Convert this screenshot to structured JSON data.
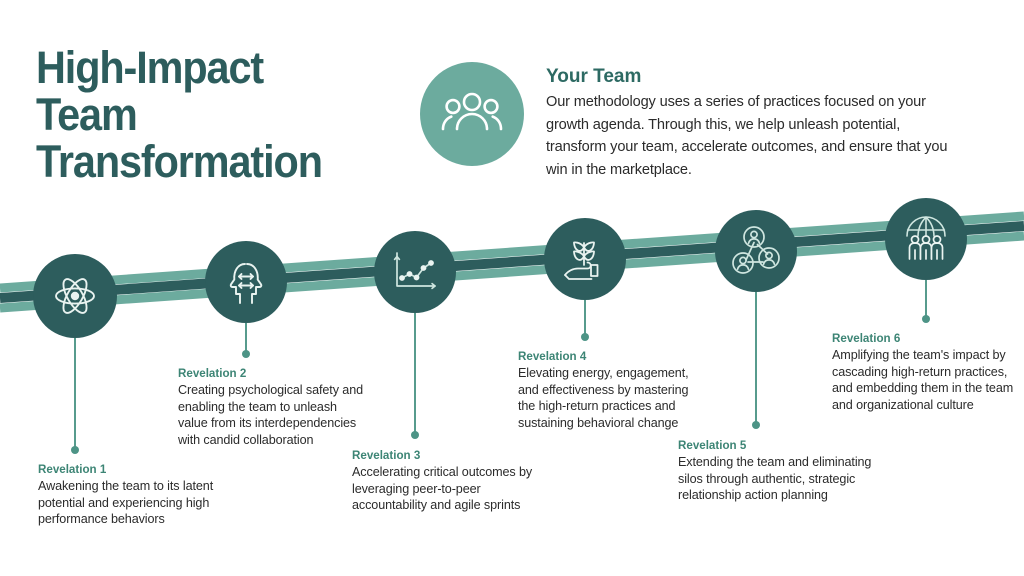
{
  "header": {
    "title_lines": [
      "High-Impact",
      "Team",
      "Transformation"
    ],
    "accent_color": "#2d5d5d"
  },
  "team_panel": {
    "icon": "people-group-icon",
    "heading": "Your Team",
    "body": "Our methodology uses a series of practices focused on your growth agenda. Through this, we help unleash potential, transform your team, accelerate outcomes, and ensure that you win in the marketplace.",
    "badge_color": "#6cab9e",
    "heading_color": "#2d6a63"
  },
  "timeline": {
    "ribbon": {
      "band_light_color": "#6cab9e",
      "band_dark_color": "#2d5d5d"
    },
    "node_color": "#2d5d5d",
    "connector_color": "#4d9486",
    "label_title_color": "#3d8575",
    "steps": [
      {
        "title": "Revelation 1",
        "body": "Awakening the team to its latent potential and experiencing high performance behaviors",
        "icon": "atom-icon"
      },
      {
        "title": "Revelation 2",
        "body": "Creating psychological safety and enabling the team to unleash value from its interdependencies with candid collaboration",
        "icon": "two-heads-exchange-icon"
      },
      {
        "title": "Revelation 3",
        "body": "Accelerating critical outcomes by leveraging peer-to-peer accountability and agile sprints",
        "icon": "line-chart-icon"
      },
      {
        "title": "Revelation 4",
        "body": "Elevating energy, engagement, and effectiveness by mastering the high-return practices and sustaining behavioral change",
        "icon": "plant-in-hand-icon"
      },
      {
        "title": "Revelation 5",
        "body": "Extending the team and eliminating silos through authentic, strategic relationship action planning",
        "icon": "people-network-icon"
      },
      {
        "title": "Revelation 6",
        "body": "Amplifying the team's impact by cascading high-return practices, and embedding them in the team and organizational culture",
        "icon": "globe-people-icon"
      }
    ]
  }
}
